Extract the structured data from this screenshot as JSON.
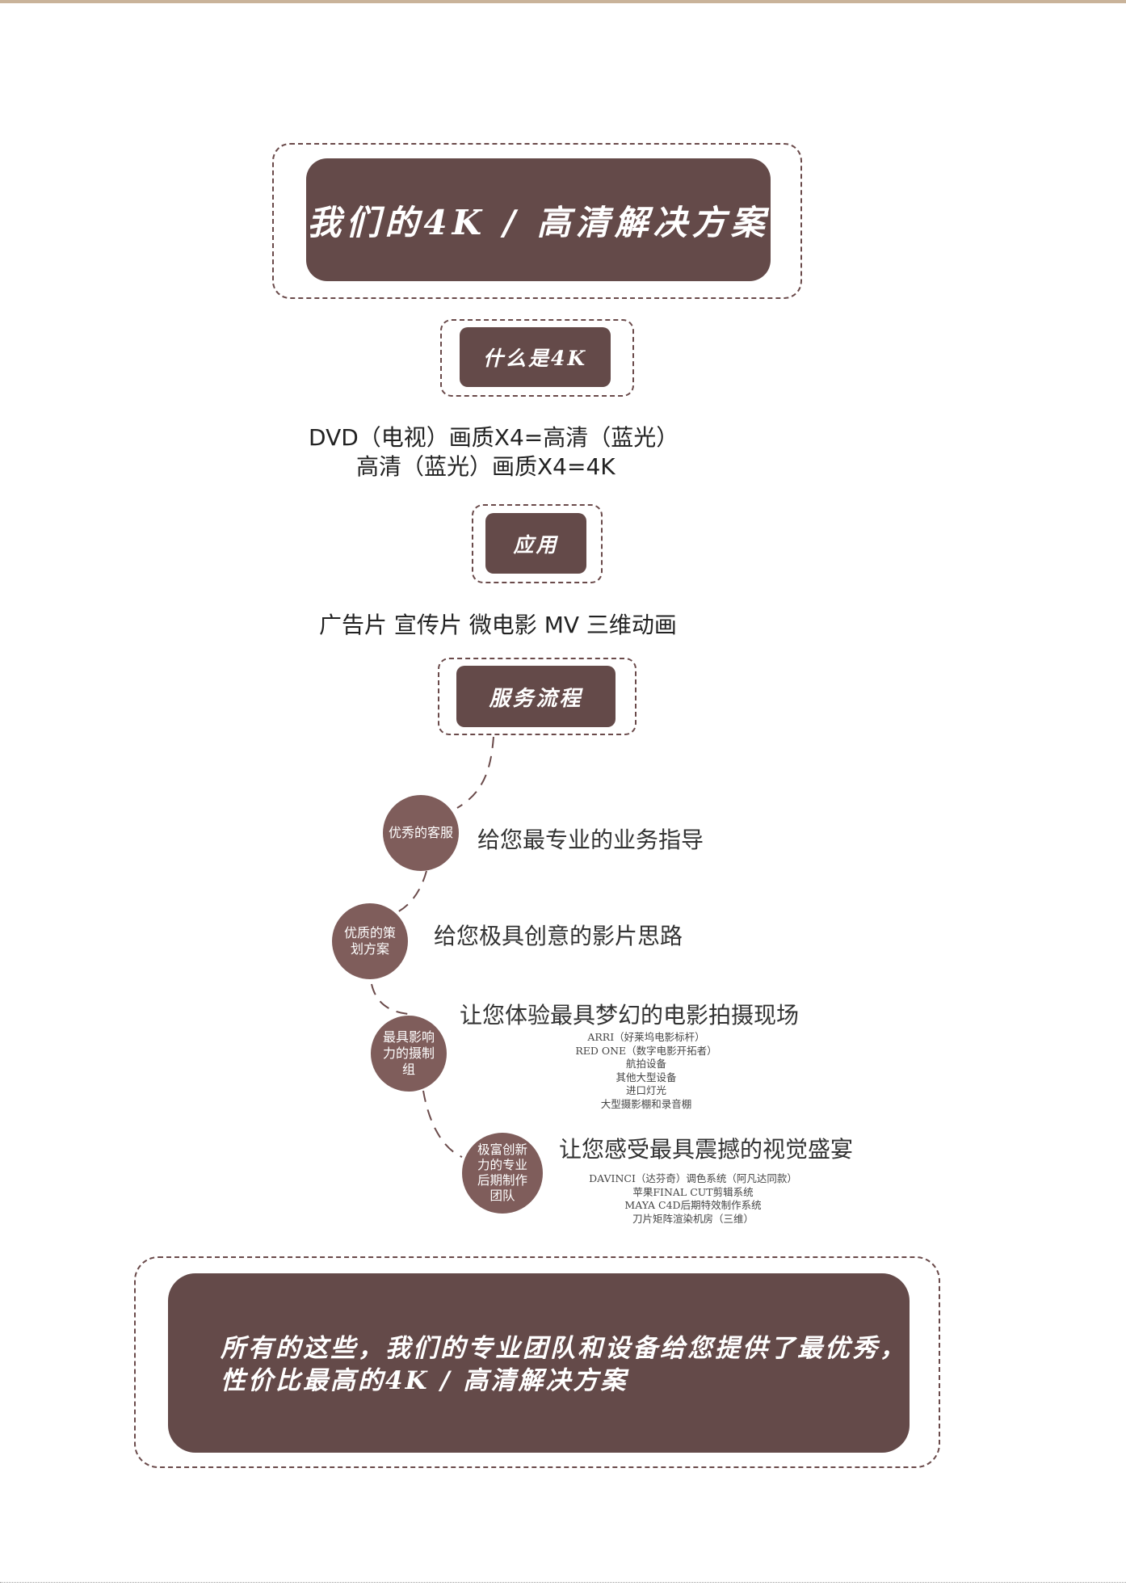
{
  "main_title": "我们的4K / 高清解决方案",
  "section_what": {
    "heading": "什么是4K",
    "lines": [
      "DVD（电视）画质X4=高清（蓝光）",
      "高清（蓝光）画质X4=4K"
    ]
  },
  "section_apply": {
    "heading": "应用",
    "line": "广告片 宣传片 微电影 MV 三维动画"
  },
  "section_process": {
    "heading": "服务流程",
    "steps": [
      {
        "circle": "优秀的客服",
        "tagline": "给您最专业的业务指导",
        "details": []
      },
      {
        "circle": "优质的策划方案",
        "tagline": "给您极具创意的影片思路",
        "details": []
      },
      {
        "circle": "最具影响力的摄制组",
        "tagline": "让您体验最具梦幻的电影拍摄现场",
        "details": [
          "ARRI（好莱坞电影标杆）",
          "RED ONE（数字电影开拓者）",
          "航拍设备",
          "其他大型设备",
          "进口灯光",
          "大型摄影棚和录音棚"
        ]
      },
      {
        "circle": "极富创新力的专业后期制作团队",
        "tagline": "让您感受最具震撼的视觉盛宴",
        "details": [
          "DAVINCI（达芬奇）调色系统（阿凡达同款）",
          "苹果FINAL CUT剪辑系统",
          "MAYA C4D后期特效制作系统",
          "刀片矩阵渲染机房（三维）"
        ]
      }
    ]
  },
  "closing": {
    "line1": "所有的这些，我们的专业团队和设备给您提供了最优秀，",
    "line2": "性价比最高的4K / 高清解决方案"
  },
  "colors": {
    "box_fill": "#644a49",
    "circle_fill": "#7f5d5b",
    "dash_stroke": "#6a4a4a",
    "top_rule": "#c9b39a"
  }
}
